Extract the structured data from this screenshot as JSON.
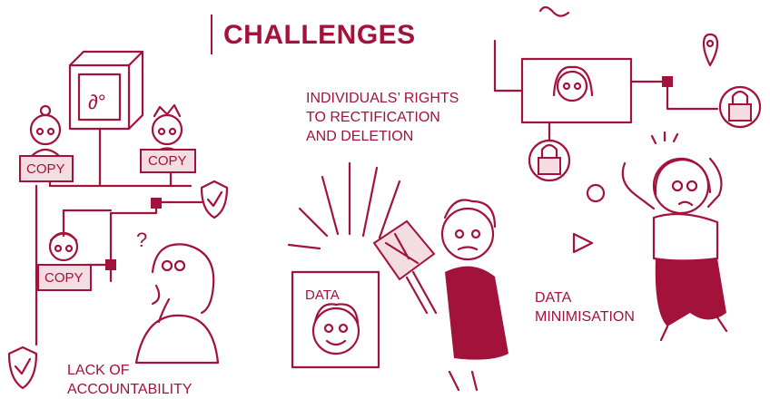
{
  "header": {
    "title": "CHALLENGES"
  },
  "labels": {
    "rights_line1": "INDIVIDUALS’ RIGHTS",
    "rights_line2": "TO RECTIFICATION",
    "rights_line3": "AND DELETION",
    "minimisation_line1": "DATA",
    "minimisation_line2": "MINIMISATION",
    "accountability_line1": "LACK OF",
    "accountability_line2": "ACCOUNTABILITY"
  },
  "copy_labels": [
    "COPY",
    "COPY",
    "COPY"
  ],
  "data_box_label": "DATA",
  "colors": {
    "accent": "#a3123a",
    "pink_fill": "#f3dde2",
    "background": "#ffffff"
  }
}
